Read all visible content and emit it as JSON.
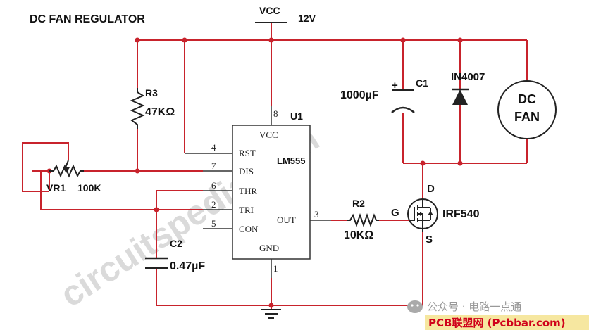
{
  "title": "DC FAN REGULATOR",
  "supply": {
    "label": "VCC",
    "voltage": "12V"
  },
  "ic": {
    "ref": "U1",
    "part": "LM555",
    "pins": {
      "vcc": {
        "num": "8",
        "name": "VCC"
      },
      "rst": {
        "num": "4",
        "name": "RST"
      },
      "dis": {
        "num": "7",
        "name": "DIS"
      },
      "thr": {
        "num": "6",
        "name": "THR"
      },
      "tri": {
        "num": "2",
        "name": "TRI"
      },
      "con": {
        "num": "5",
        "name": "CON"
      },
      "out": {
        "num": "3",
        "name": "OUT"
      },
      "gnd": {
        "num": "1",
        "name": "GND"
      }
    }
  },
  "components": {
    "r3": {
      "ref": "R3",
      "value": "47KΩ"
    },
    "vr1": {
      "ref": "VR1",
      "value": "100K"
    },
    "c2": {
      "ref": "C2",
      "value": "0.47µF"
    },
    "r2": {
      "ref": "R2",
      "value": "10KΩ"
    },
    "c1": {
      "ref": "C1",
      "value": "1000µF",
      "polarity": "+"
    },
    "d1": {
      "ref": "IN4007"
    },
    "fan": {
      "line1": "DC",
      "line2": "FAN"
    },
    "mosfet": {
      "ref": "IRF540",
      "gate": "G",
      "drain": "D",
      "source": "S"
    }
  },
  "watermark": {
    "main": "circuitspedia.com",
    "wechat": "公众号 · 电路一点通",
    "site": "PCB联盟网 (Pcbbar.com)"
  },
  "colors": {
    "wire": "#c8232c",
    "watermark": "#d4d4d4",
    "site_red": "#d0021b",
    "site_bg": "#f6e7a0"
  }
}
